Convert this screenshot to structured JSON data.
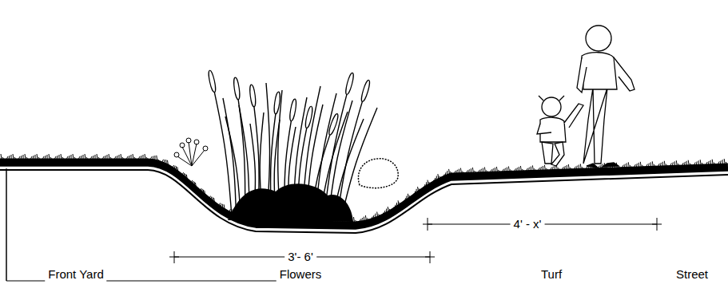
{
  "diagram": {
    "labels": [
      "Front Yard",
      "3'- 6'",
      "Flowers",
      "4' - x'",
      "Turf",
      "Street"
    ]
  }
}
